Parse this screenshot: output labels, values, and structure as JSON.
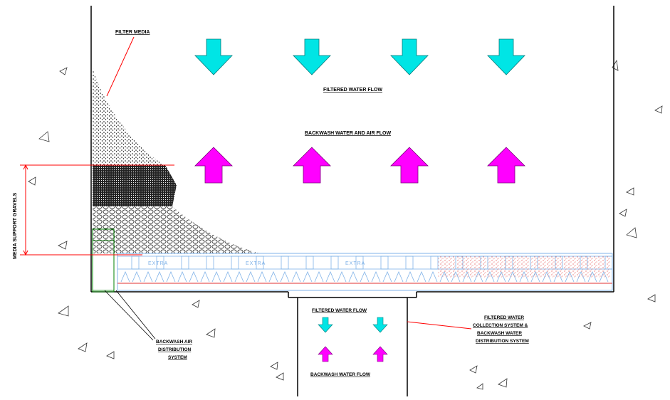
{
  "labels": {
    "filter_media": "FILTER MEDIA",
    "filtered_water_flow": "FILTERED WATER FLOW",
    "backwash_water_air_flow": "BACKWASH WATER AND AIR FLOW",
    "media_support_gravels": "MEDIA SUPPORT GRAVELS",
    "backwash_air_distribution": [
      "BACKWASH AIR",
      "DISTRIBUTION",
      "SYSTEM"
    ],
    "filtered_water_collection": [
      "FILTERED WATER",
      "COLLECTION SYSTEM &",
      "BACKWASH WATER",
      "DISTRIBUTION SYSTEM"
    ],
    "channel_filtered_water_flow": "FILTERED WATER FLOW",
    "channel_backwash_water_flow": "BACKWASH WATER FLOW",
    "underdrain_block": "EXTRA"
  },
  "colors": {
    "filtered_arrow": "#00e5e5",
    "backwash_arrow": "#ff00ff",
    "leader_line": "#ff0000",
    "underdrain": "#7fb2e8",
    "gravel_box": "#008000"
  }
}
